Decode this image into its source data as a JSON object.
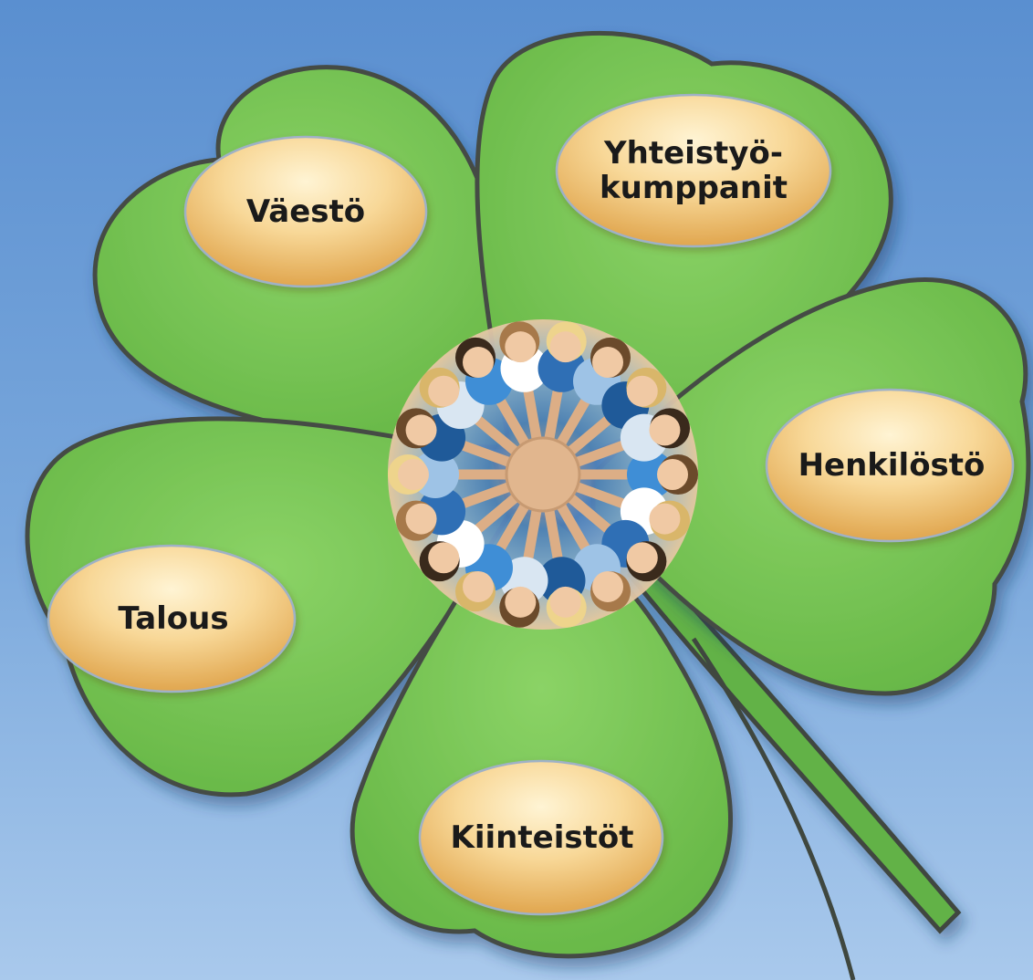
{
  "diagram": {
    "type": "four-leaf clover",
    "center": "group of people joining hands, viewed from above",
    "leaves": [
      {
        "id": "vaesto",
        "lines": [
          "Väestö"
        ]
      },
      {
        "id": "yhteistyokumppanit",
        "lines": [
          "Yhteistyö-",
          "kumppanit"
        ]
      },
      {
        "id": "henkilosto",
        "lines": [
          "Henkilöstö"
        ]
      },
      {
        "id": "talous",
        "lines": [
          "Talous"
        ]
      },
      {
        "id": "kiinteistot",
        "lines": [
          "Kiinteistöt"
        ]
      }
    ]
  },
  "colors": {
    "sky_top": "#5a8fd0",
    "sky_bottom": "#a9c9ec",
    "leaf_green": "#6cbf4b",
    "leaf_light": "#8bd366",
    "leaf_outline": "#4a4f4a",
    "badge_light": "#fdf0c8",
    "badge_mid": "#f6d08a",
    "badge_dark": "#e0a348",
    "badge_outline": "#9ab0c8"
  }
}
